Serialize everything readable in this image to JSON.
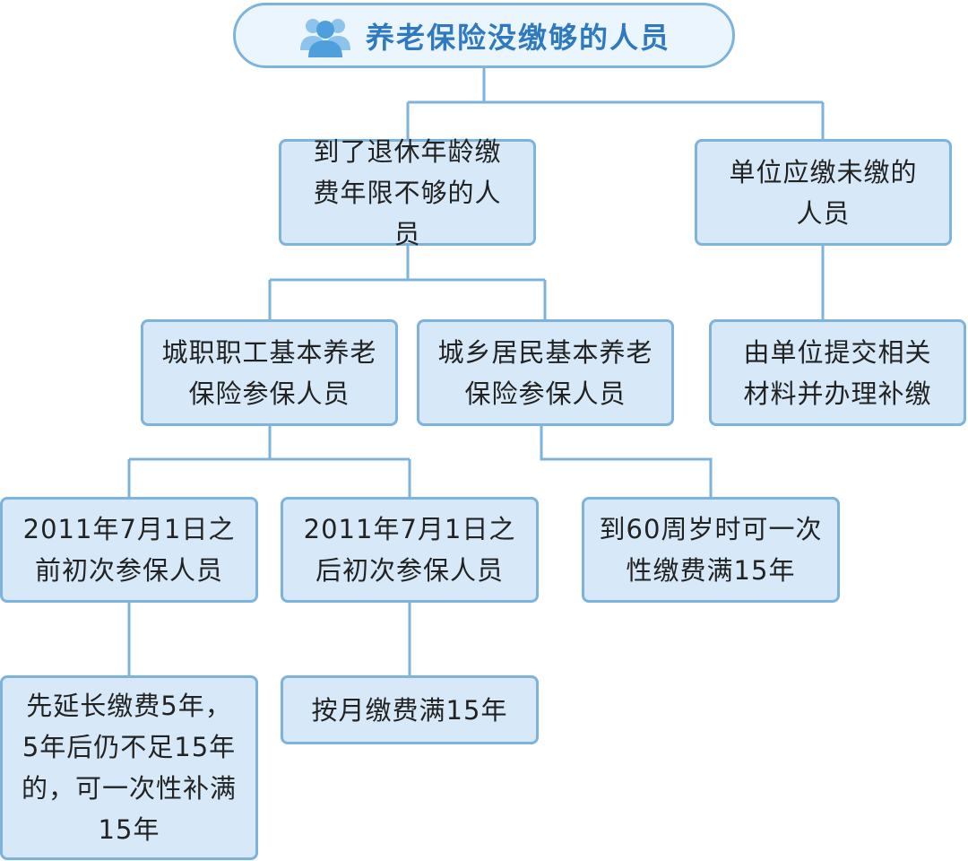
{
  "title": "养老保险没缴够的人员",
  "icons": {
    "title_icon": "people-group-icon"
  },
  "colors": {
    "box_fill": "#d7e9f8",
    "box_border": "#7eb3dc",
    "root_fill": "#eaf5fe",
    "title_text": "#2f79c0",
    "connector": "#7eb3dc"
  },
  "nodes": {
    "retirement_short": "到了退休年龄缴费年限不够的人员",
    "employer_unpaid": "单位应缴未缴的人员",
    "urban_employee": "城职职工基本养老保险参保人员",
    "urban_rural_resident": "城乡居民基本养老保险参保人员",
    "employer_submit": "由单位提交相关材料并办理补缴",
    "before_2011": "2011年7月1日之前初次参保人员",
    "after_2011": "2011年7月1日之后初次参保人员",
    "at_60_lump_sum": "到60周岁时可一次性缴费满15年",
    "extend_5_years": "先延长缴费5年，5年后仍不足15年的，可一次性补满15年",
    "monthly_15_years": "按月缴费满15年"
  },
  "edges": [
    [
      "root",
      "retirement_short"
    ],
    [
      "root",
      "employer_unpaid"
    ],
    [
      "retirement_short",
      "urban_employee"
    ],
    [
      "retirement_short",
      "urban_rural_resident"
    ],
    [
      "employer_unpaid",
      "employer_submit"
    ],
    [
      "urban_employee",
      "before_2011"
    ],
    [
      "urban_employee",
      "after_2011"
    ],
    [
      "urban_rural_resident",
      "at_60_lump_sum"
    ],
    [
      "before_2011",
      "extend_5_years"
    ],
    [
      "after_2011",
      "monthly_15_years"
    ]
  ]
}
